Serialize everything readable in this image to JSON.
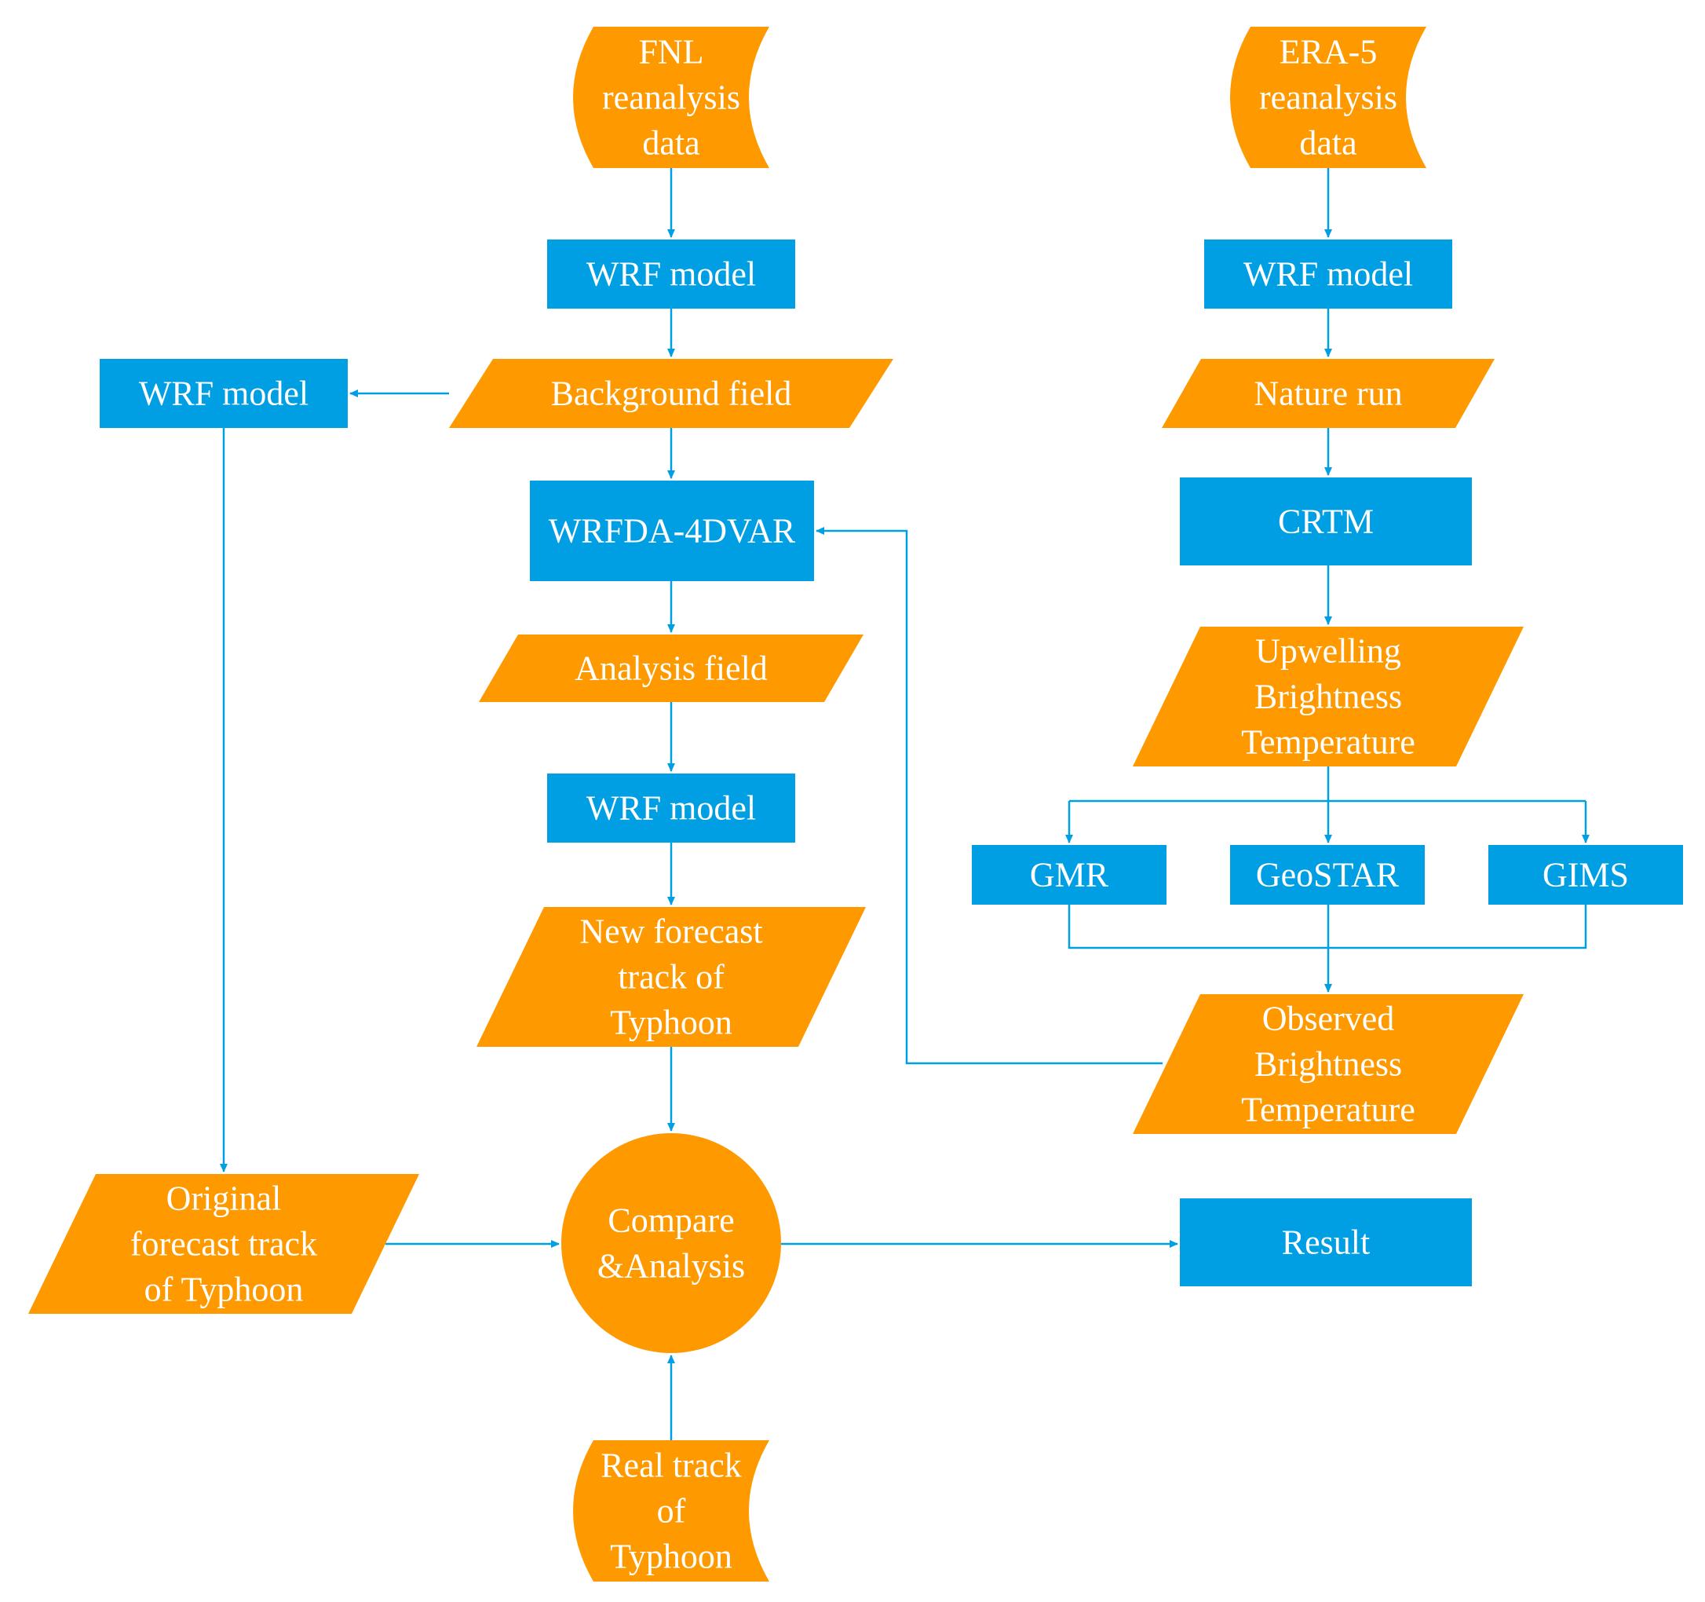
{
  "colors": {
    "orange": "#FF9900",
    "blue": "#009FE3",
    "arrow": "#009FE3",
    "text": "#FFFFFF"
  },
  "nodes": [
    {
      "id": "fnl-data",
      "shape": "data",
      "lines": [
        "FNL",
        "reanalysis",
        "data"
      ]
    },
    {
      "id": "wrf-model-1",
      "shape": "process",
      "lines": [
        "WRF model"
      ]
    },
    {
      "id": "background-field",
      "shape": "io",
      "lines": [
        "Background field"
      ]
    },
    {
      "id": "wrf-model-left",
      "shape": "process",
      "lines": [
        "WRF model"
      ]
    },
    {
      "id": "wrfda-4dvar",
      "shape": "process",
      "lines": [
        "WRFDA-4DVAR"
      ]
    },
    {
      "id": "analysis-field",
      "shape": "io",
      "lines": [
        "Analysis field"
      ]
    },
    {
      "id": "wrf-model-2",
      "shape": "process",
      "lines": [
        "WRF model"
      ]
    },
    {
      "id": "new-forecast-track",
      "shape": "io",
      "lines": [
        "New forecast",
        "track of",
        "Typhoon"
      ]
    },
    {
      "id": "compare-analysis",
      "shape": "circle",
      "lines": [
        "Compare",
        "&Analysis"
      ]
    },
    {
      "id": "real-track",
      "shape": "data",
      "lines": [
        "Real track",
        "of",
        "Typhoon"
      ]
    },
    {
      "id": "original-forecast-track",
      "shape": "io",
      "lines": [
        "Original",
        "forecast track",
        "of Typhoon"
      ]
    },
    {
      "id": "era5-data",
      "shape": "data",
      "lines": [
        "ERA-5",
        "reanalysis",
        "data"
      ]
    },
    {
      "id": "wrf-model-3",
      "shape": "process",
      "lines": [
        "WRF model"
      ]
    },
    {
      "id": "nature-run",
      "shape": "io",
      "lines": [
        "Nature run"
      ]
    },
    {
      "id": "crtm",
      "shape": "process",
      "lines": [
        "CRTM"
      ]
    },
    {
      "id": "upwelling-bt",
      "shape": "io",
      "lines": [
        "Upwelling",
        "Brightness",
        "Temperature"
      ]
    },
    {
      "id": "gmr",
      "shape": "process",
      "lines": [
        "GMR"
      ]
    },
    {
      "id": "geostar",
      "shape": "process",
      "lines": [
        "GeoSTAR"
      ]
    },
    {
      "id": "gims",
      "shape": "process",
      "lines": [
        "GIMS"
      ]
    },
    {
      "id": "observed-bt",
      "shape": "io",
      "lines": [
        "Observed",
        "Brightness",
        "Temperature"
      ]
    },
    {
      "id": "result",
      "shape": "process",
      "lines": [
        "Result"
      ]
    }
  ]
}
